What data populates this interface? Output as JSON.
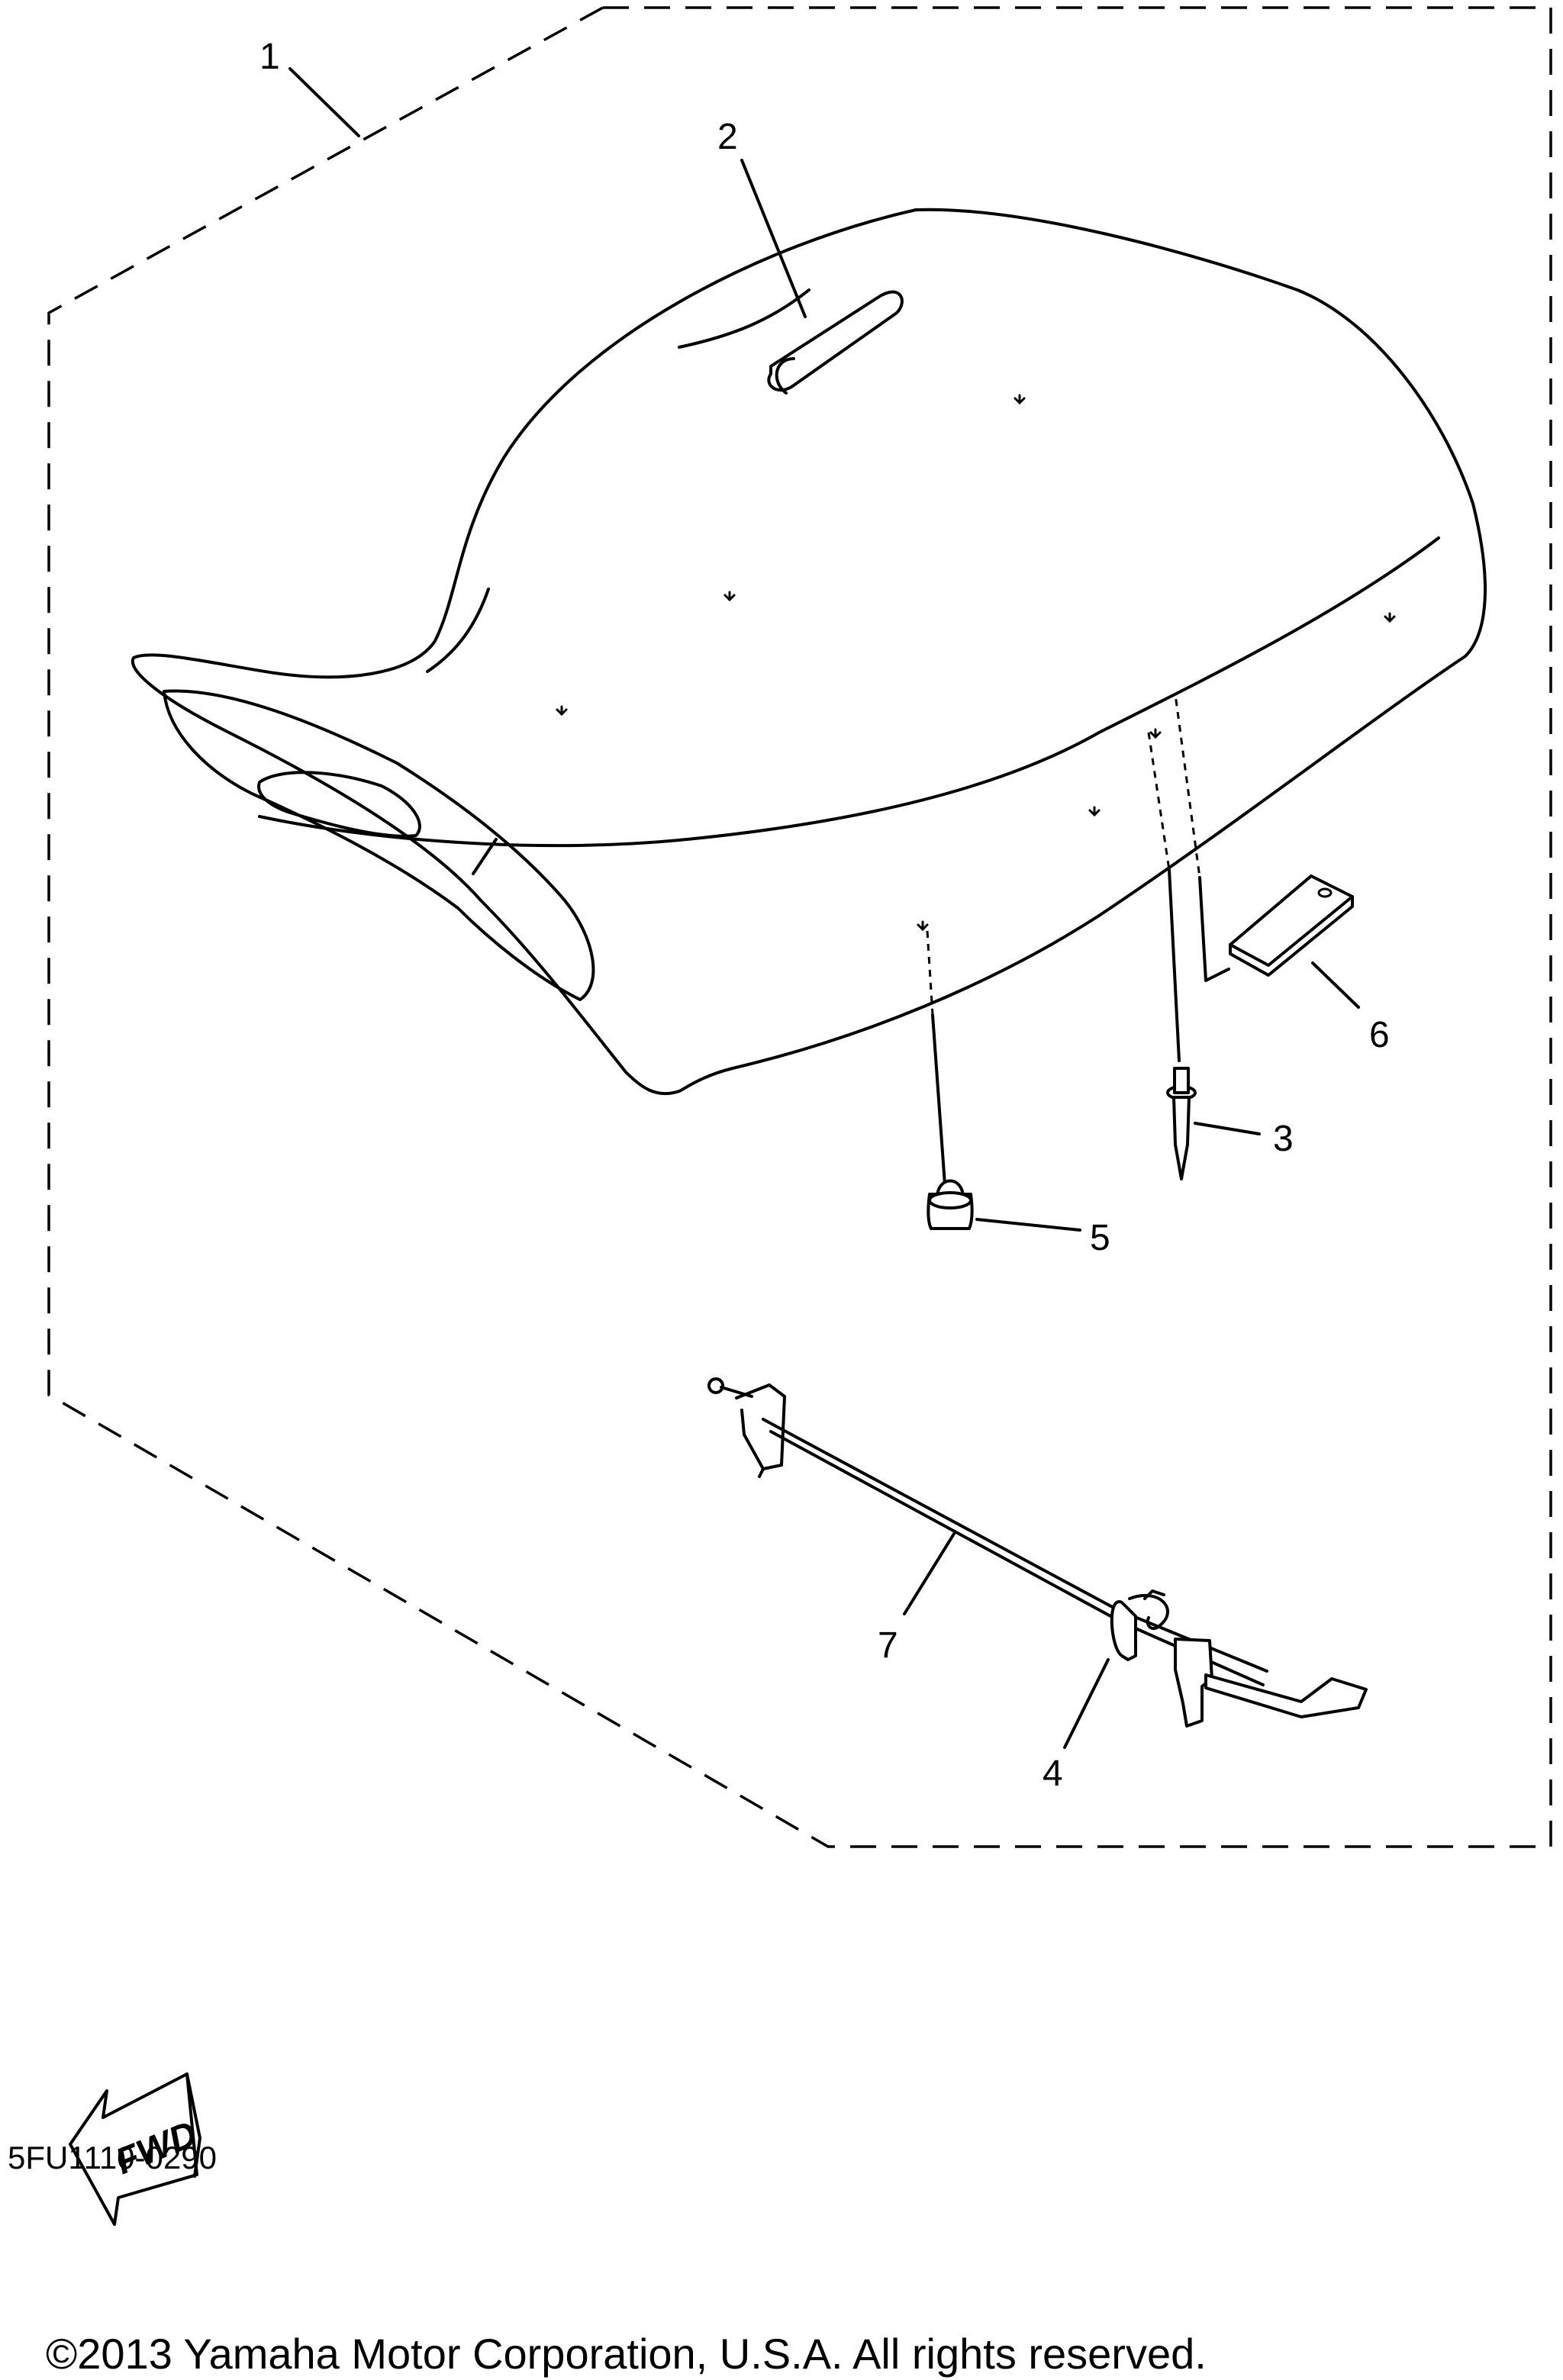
{
  "diagram": {
    "callouts": [
      {
        "id": "1",
        "label": "1"
      },
      {
        "id": "2",
        "label": "2"
      },
      {
        "id": "3",
        "label": "3"
      },
      {
        "id": "4",
        "label": "4"
      },
      {
        "id": "5",
        "label": "5"
      },
      {
        "id": "6",
        "label": "6"
      },
      {
        "id": "7",
        "label": "7"
      }
    ],
    "fwd_label": "FWD",
    "diagram_code": "5FU1110-0290",
    "copyright": "©2013 Yamaha Motor Corporation, U.S.A. All rights reserved."
  }
}
